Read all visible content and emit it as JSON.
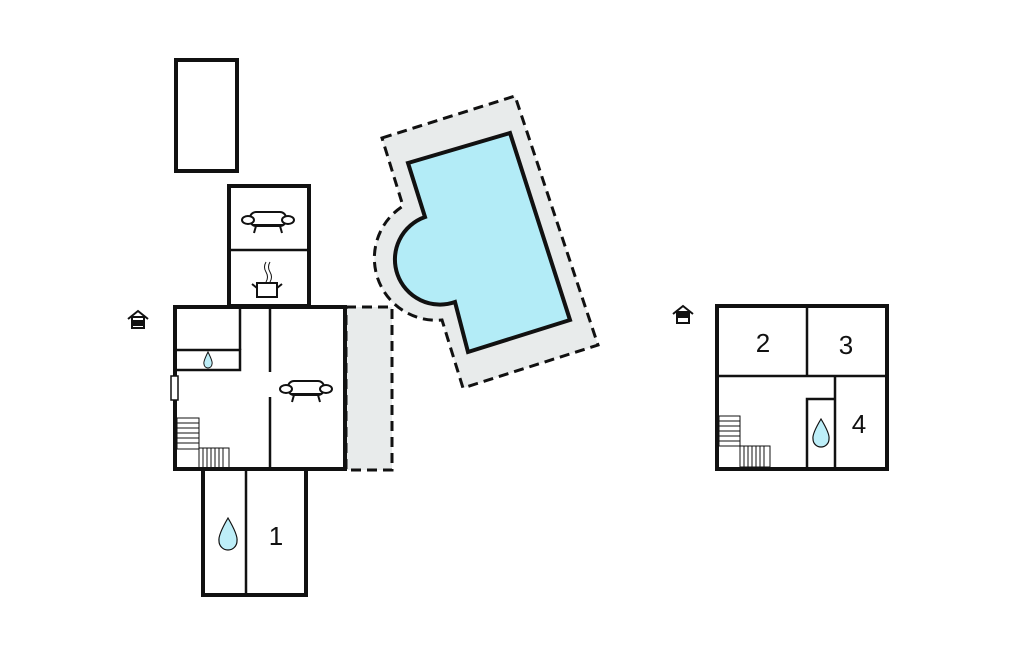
{
  "title": "Floor plan",
  "colors": {
    "wall": "#111111",
    "pool": "#b3ecf7",
    "terrace": "#e8ebeb",
    "water": "#bdeef8"
  },
  "ground_floor": {
    "rooms": [
      {
        "label": "1"
      }
    ],
    "icons": [
      "entrance-icon",
      "sofa-icon",
      "kitchen-pot-icon",
      "water-drop-icon",
      "stairs-icon"
    ]
  },
  "upper_floor": {
    "rooms": [
      {
        "label": "2"
      },
      {
        "label": "3"
      },
      {
        "label": "4"
      }
    ],
    "icons": [
      "entrance-icon",
      "water-drop-icon",
      "stairs-icon"
    ]
  },
  "pool": {
    "icon": "pool"
  }
}
